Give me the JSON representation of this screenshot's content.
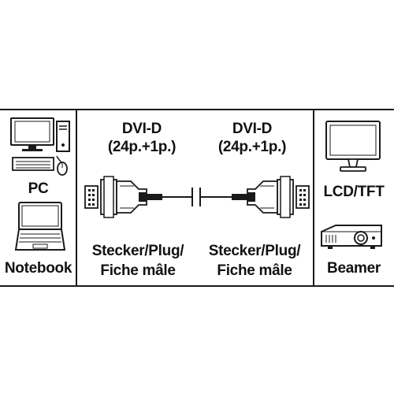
{
  "left_panel": {
    "pc_label": "PC",
    "notebook_label": "Notebook",
    "icons": [
      "desktop-computer-icon",
      "keyboard-icon",
      "mouse-icon",
      "laptop-icon"
    ]
  },
  "middle_panel": {
    "left_connector": {
      "type_label": "DVI-D",
      "pins_label": "(24p.+1p.)",
      "gender_line1": "Stecker/Plug/",
      "gender_line2": "Fiche mâle"
    },
    "right_connector": {
      "type_label": "DVI-D",
      "pins_label": "(24p.+1p.)",
      "gender_line1": "Stecker/Plug/",
      "gender_line2": "Fiche mâle"
    },
    "icons": [
      "dvi-plug-icon",
      "dvi-plug-icon"
    ]
  },
  "right_panel": {
    "monitor_label": "LCD/TFT",
    "projector_label": "Beamer",
    "icons": [
      "monitor-icon",
      "projector-icon"
    ]
  },
  "colors": {
    "line": "#1a1a1a",
    "background": "#ffffff"
  }
}
